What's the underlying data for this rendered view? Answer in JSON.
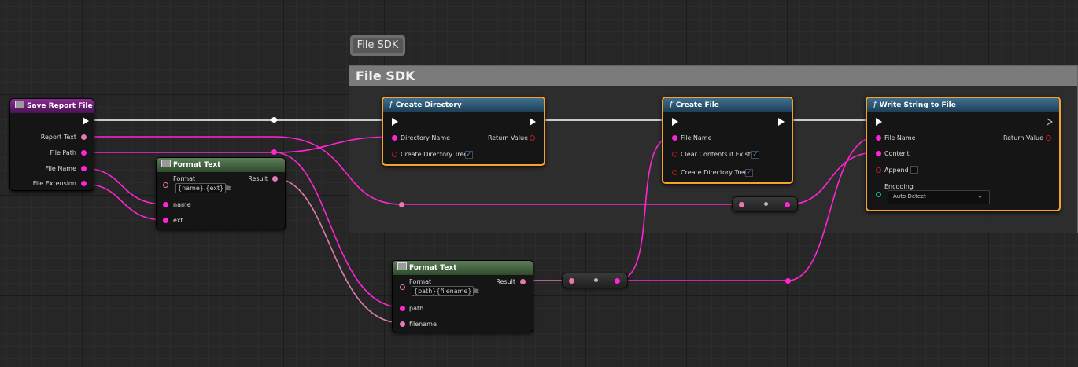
{
  "comment": {
    "tag": "File SDK",
    "title": "File SDK"
  },
  "colors": {
    "string_pin": "#ff24d5",
    "text_pin": "#e47ab0",
    "exec_wire": "#ffffff",
    "selected_outline": "#f7a32b"
  },
  "event_node": {
    "title": "Save Report File",
    "outputs": [
      "Report Text",
      "File Path",
      "File Name",
      "File Extension"
    ]
  },
  "format_text_1": {
    "title": "Format Text",
    "format_label": "Format",
    "format_value": "{name}.{ext}",
    "result_label": "Result",
    "args": [
      "name",
      "ext"
    ]
  },
  "format_text_2": {
    "title": "Format Text",
    "format_label": "Format",
    "format_value": "{path}{filename}",
    "result_label": "Result",
    "args": [
      "path",
      "filename"
    ]
  },
  "create_directory": {
    "title": "Create Directory",
    "directory_name": "Directory Name",
    "create_tree": "Create Directory Tree",
    "return_value": "Return Value"
  },
  "create_file": {
    "title": "Create File",
    "file_name": "File Name",
    "clear_contents": "Clear Contents if Exists",
    "create_tree": "Create Directory Tree"
  },
  "write_string": {
    "title": "Write String to File",
    "file_name": "File Name",
    "content": "Content",
    "append": "Append",
    "encoding_label": "Encoding",
    "encoding_value": "Auto Detect",
    "return_value": "Return Value"
  }
}
